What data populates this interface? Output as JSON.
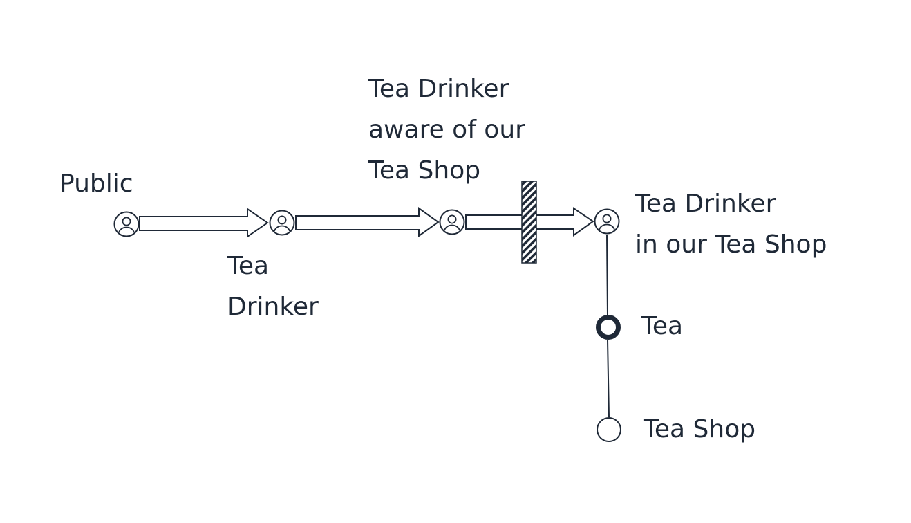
{
  "diagram": {
    "actors": [
      {
        "label": "Public"
      },
      {
        "label": "Tea\nDrinker"
      },
      {
        "label": "Tea Drinker\naware of our\nTea Shop"
      },
      {
        "label": "Tea Drinker\nin our Tea Shop"
      }
    ],
    "attributes": [
      {
        "label": "Tea",
        "style": "bold-ring"
      },
      {
        "label": "Tea Shop",
        "style": "hollow-ring"
      }
    ],
    "icons": {
      "actor": "person-icon",
      "barrier": "hatched-barrier-icon",
      "transition": "arrow-right-icon"
    },
    "colors": {
      "ink": "#1f2937",
      "line": "#1f2937",
      "background": "#ffffff"
    }
  }
}
